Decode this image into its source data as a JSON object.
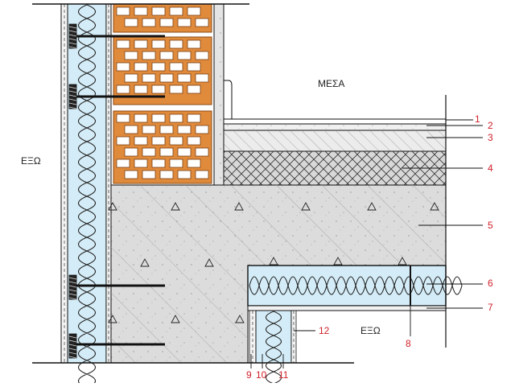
{
  "zones": {
    "outside_left": "ΕΞΩ",
    "inside": "ΜΕΣΑ",
    "outside_bottom": "ΕΞΩ"
  },
  "callouts": [
    {
      "id": "1",
      "text": "1"
    },
    {
      "id": "2",
      "text": "2"
    },
    {
      "id": "3",
      "text": "3"
    },
    {
      "id": "4",
      "text": "4"
    },
    {
      "id": "5",
      "text": "5"
    },
    {
      "id": "6",
      "text": "6"
    },
    {
      "id": "7",
      "text": "7"
    },
    {
      "id": "8",
      "text": "8"
    },
    {
      "id": "9",
      "text": "9"
    },
    {
      "id": "10",
      "text": "10"
    },
    {
      "id": "11",
      "text": "11"
    },
    {
      "id": "12",
      "text": "12"
    }
  ],
  "colors": {
    "brick": "#e08a3c",
    "insulation": "#d4ecf7",
    "concrete": "#dcdcdc",
    "screed": "#ececec",
    "label": "#d0202a",
    "line": "#111111"
  }
}
